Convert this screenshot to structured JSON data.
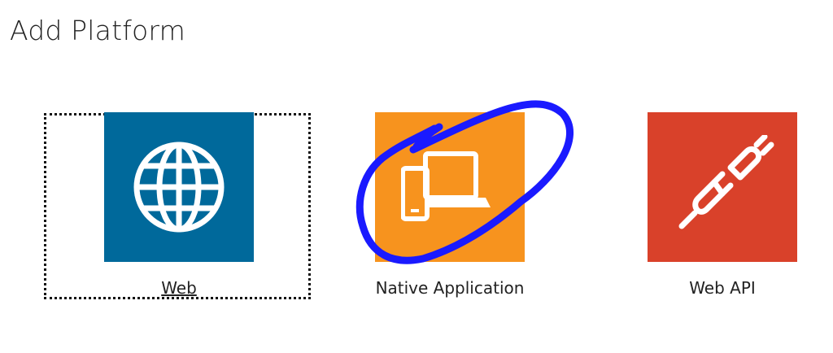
{
  "page": {
    "title": "Add Platform"
  },
  "platforms": [
    {
      "label": "Web",
      "icon": "globe-icon",
      "color": "#00699b",
      "focused": true
    },
    {
      "label": "Native Application",
      "icon": "devices-icon",
      "color": "#f7931e",
      "focused": false
    },
    {
      "label": "Web API",
      "icon": "plug-icon",
      "color": "#d9412a",
      "focused": false
    }
  ],
  "annotation": {
    "color": "#1a1aff"
  }
}
